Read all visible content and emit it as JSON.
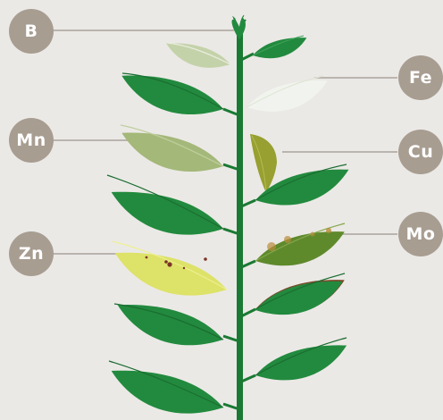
{
  "colors": {
    "background": "#ebe9e6",
    "badge": "#a89d91",
    "stem": "#1a7a33",
    "leaf_healthy": "#228a3e",
    "leaf_pale": "#c4d2a9",
    "leaf_white": "#f1f4ee",
    "leaf_yellow_green": "#a4b879",
    "leaf_yellow": "#dde268",
    "leaf_olive": "#97a030",
    "leaf_mo": "#5f8a2c",
    "leader_line": "#a9a39c"
  },
  "labels": {
    "b": "B",
    "fe": "Fe",
    "mn": "Mn",
    "cu": "Cu",
    "zn": "Zn",
    "mo": "Mo"
  }
}
